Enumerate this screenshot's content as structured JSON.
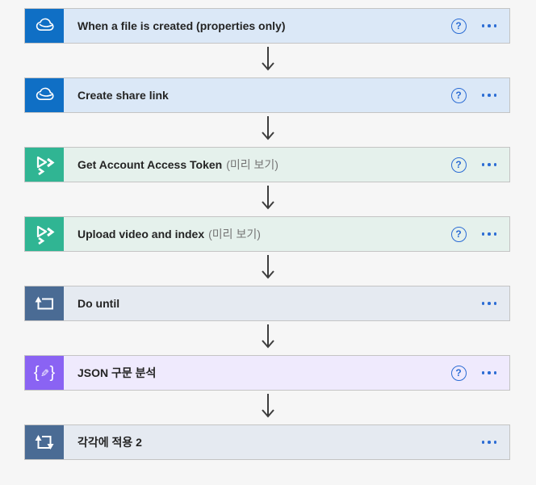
{
  "app": "flow-designer",
  "page": {
    "background": "#f6f6f6"
  },
  "glyphs": {
    "help": "?"
  },
  "steps": [
    {
      "title": "When a file is created (properties only)",
      "connector": "onedrive",
      "icon": "onedrive-cloud-icon",
      "icon_bg": "#0f6fc5",
      "card_bg": "#dbe8f7",
      "has_help": true,
      "has_menu": true
    },
    {
      "title": "Create share link",
      "connector": "onedrive",
      "icon": "onedrive-cloud-icon",
      "icon_bg": "#0f6fc5",
      "card_bg": "#dbe8f7",
      "has_help": true,
      "has_menu": true
    },
    {
      "title": "Get Account Access Token",
      "preview_suffix": "(미리 보기)",
      "connector": "video-indexer",
      "icon": "video-indexer-play-icon",
      "icon_bg": "#30b593",
      "card_bg": "#e5f1ec",
      "has_help": true,
      "has_menu": true
    },
    {
      "title": "Upload video and index",
      "preview_suffix": "(미리 보기)",
      "connector": "video-indexer",
      "icon": "video-indexer-play-icon",
      "icon_bg": "#30b593",
      "card_bg": "#e5f1ec",
      "has_help": true,
      "has_menu": true
    },
    {
      "title": "Do until",
      "connector": "control",
      "icon": "do-until-loop-icon",
      "icon_bg": "#4a6b94",
      "card_bg": "#e5eaf1",
      "has_help": false,
      "has_menu": true
    },
    {
      "title": "JSON 구문 분석",
      "connector": "data-operations",
      "icon": "parse-json-icon",
      "icon_bg": "#8a63f3",
      "card_bg": "#efeafd",
      "has_help": true,
      "has_menu": true
    },
    {
      "title": "각각에 적용 2",
      "connector": "control",
      "icon": "apply-to-each-loop-icon",
      "icon_bg": "#4a6b94",
      "card_bg": "#e5eaf1",
      "has_help": false,
      "has_menu": true
    }
  ],
  "colors": {
    "card_border": "#c4c4c4",
    "accent_blue": "#2b6cd4",
    "arrow": "#3d3d3d",
    "title_text": "#242424",
    "preview_text": "#757575"
  }
}
